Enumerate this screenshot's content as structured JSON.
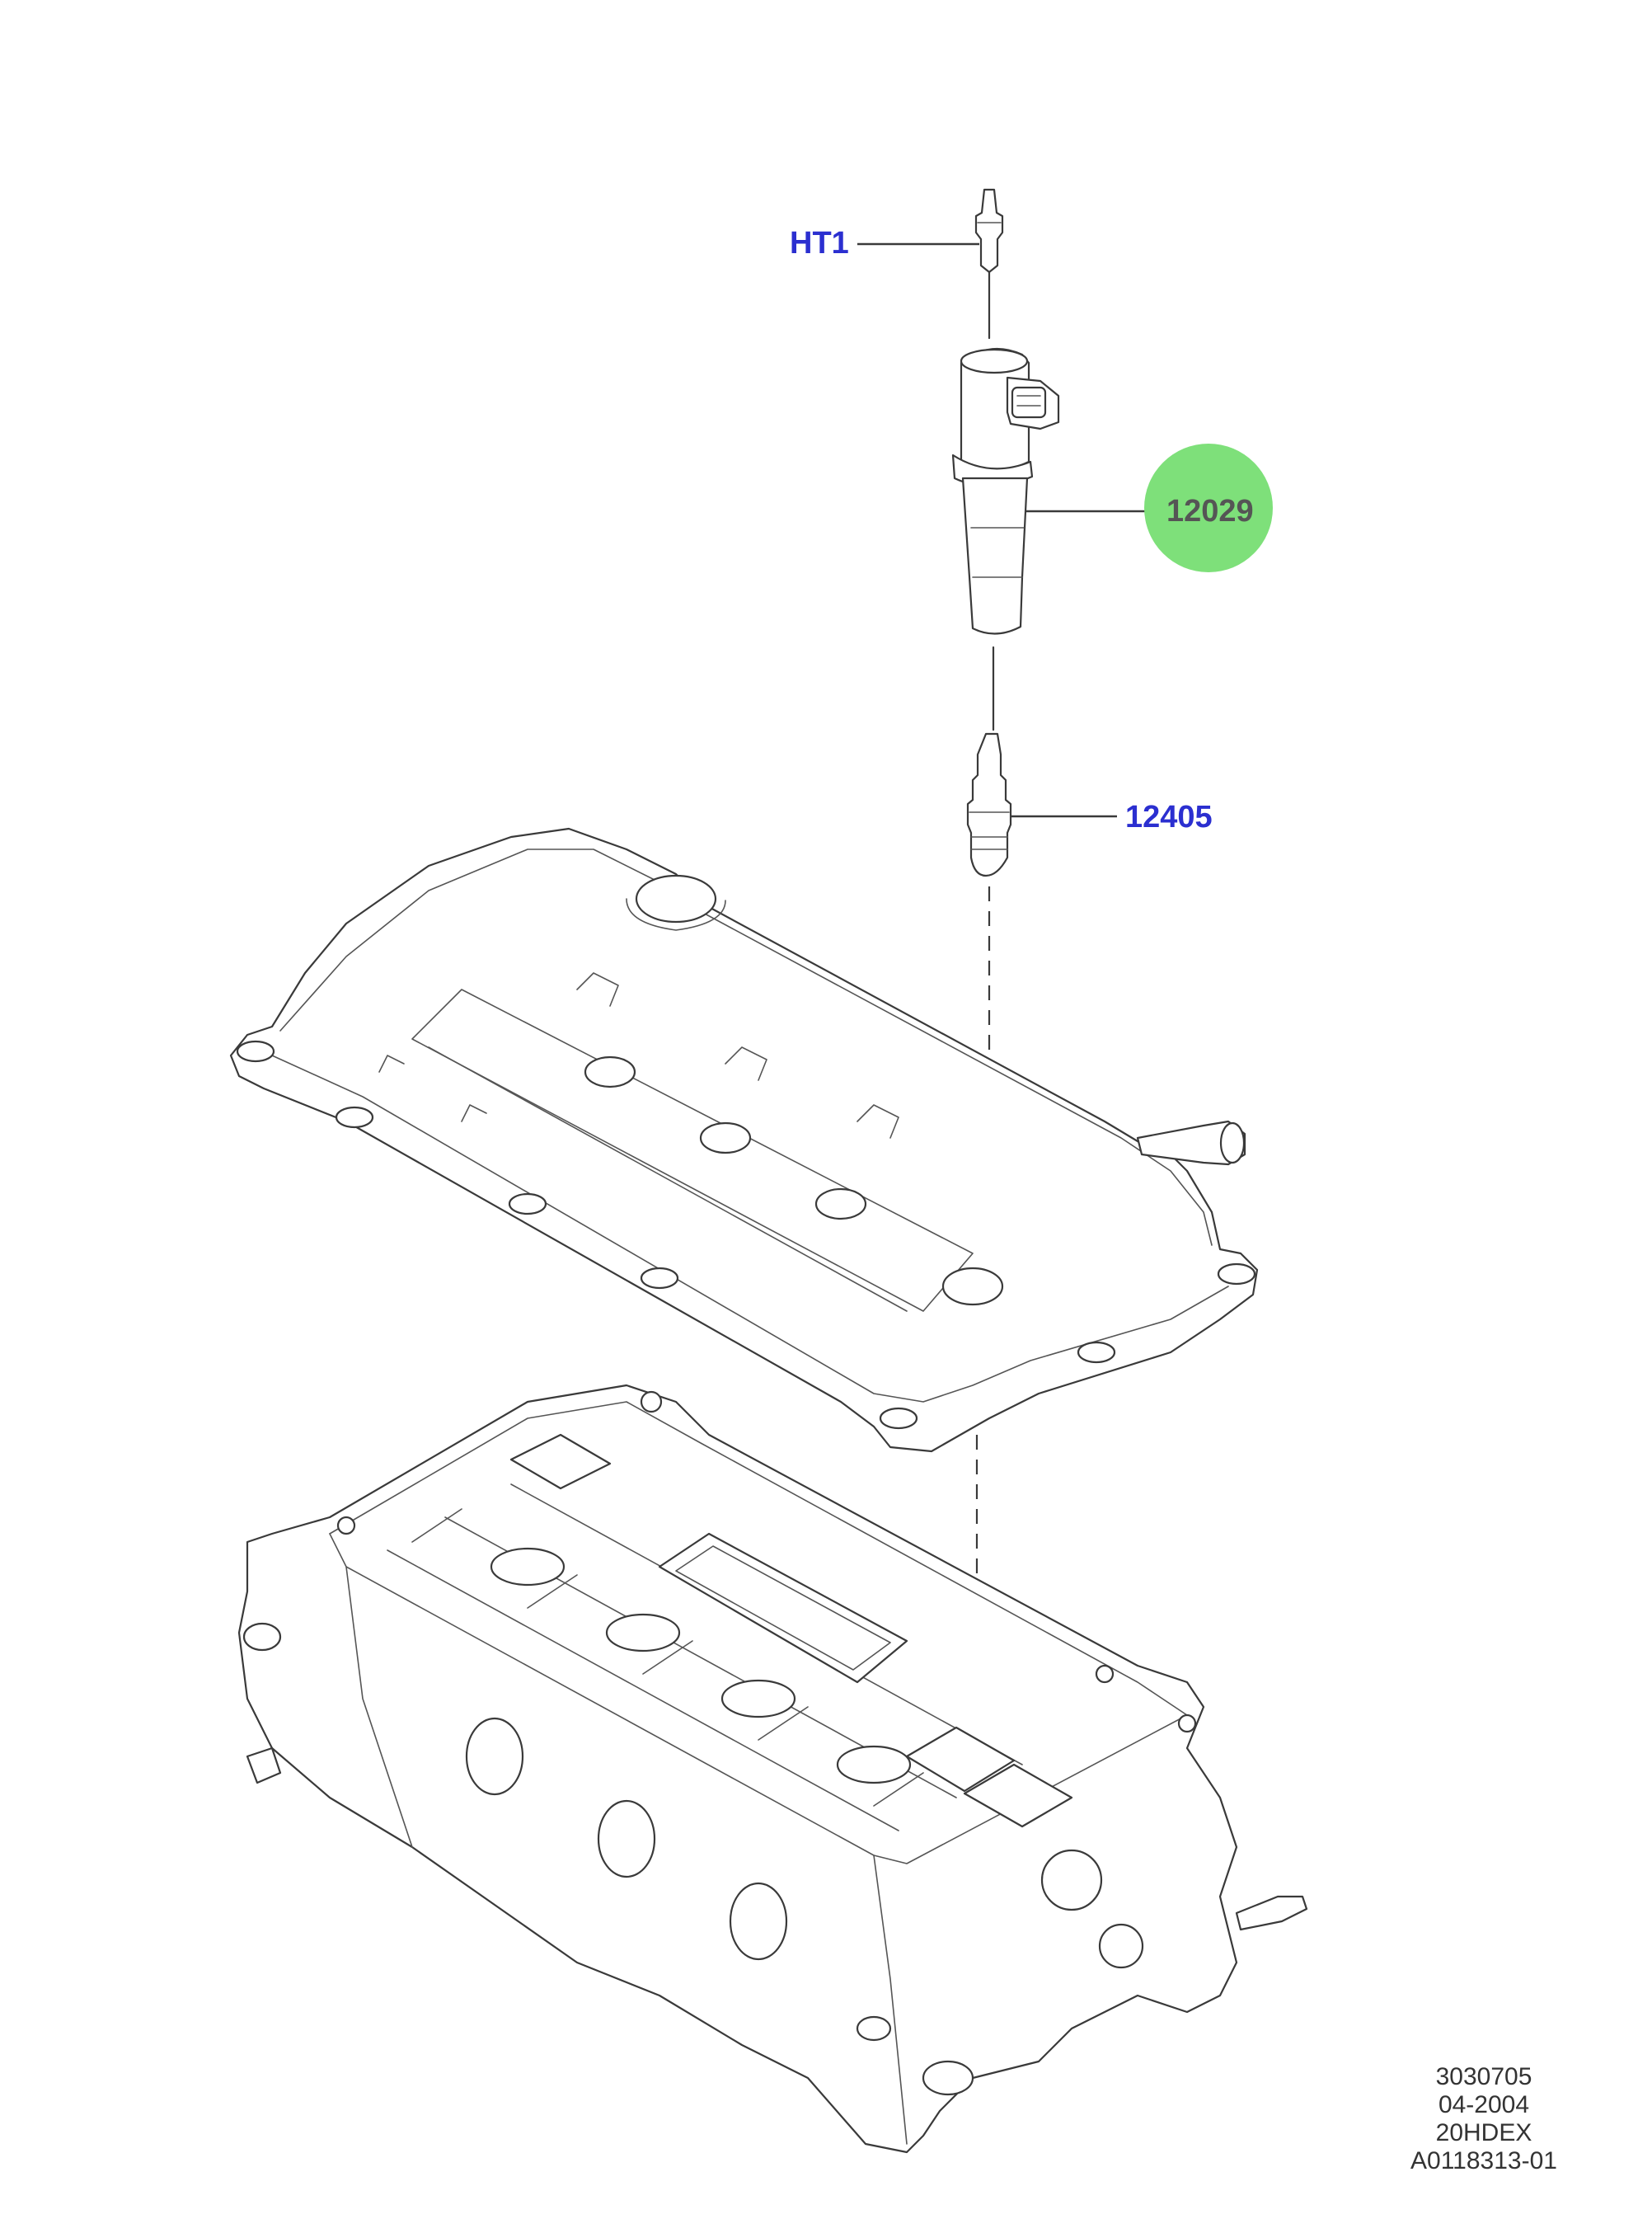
{
  "callouts": {
    "ht1": {
      "label": "HT1",
      "color": "#2b2fd0"
    },
    "ignition_coil": {
      "label": "12029",
      "color": "#2b2fd0",
      "badge_color": "#7ee07a"
    },
    "spark_plug": {
      "label": "12405",
      "color": "#2b2fd0"
    }
  },
  "reference": {
    "line1": "3030705",
    "line2": "04-2004",
    "line3": "20HDEX",
    "line4": "A0118313-01"
  }
}
